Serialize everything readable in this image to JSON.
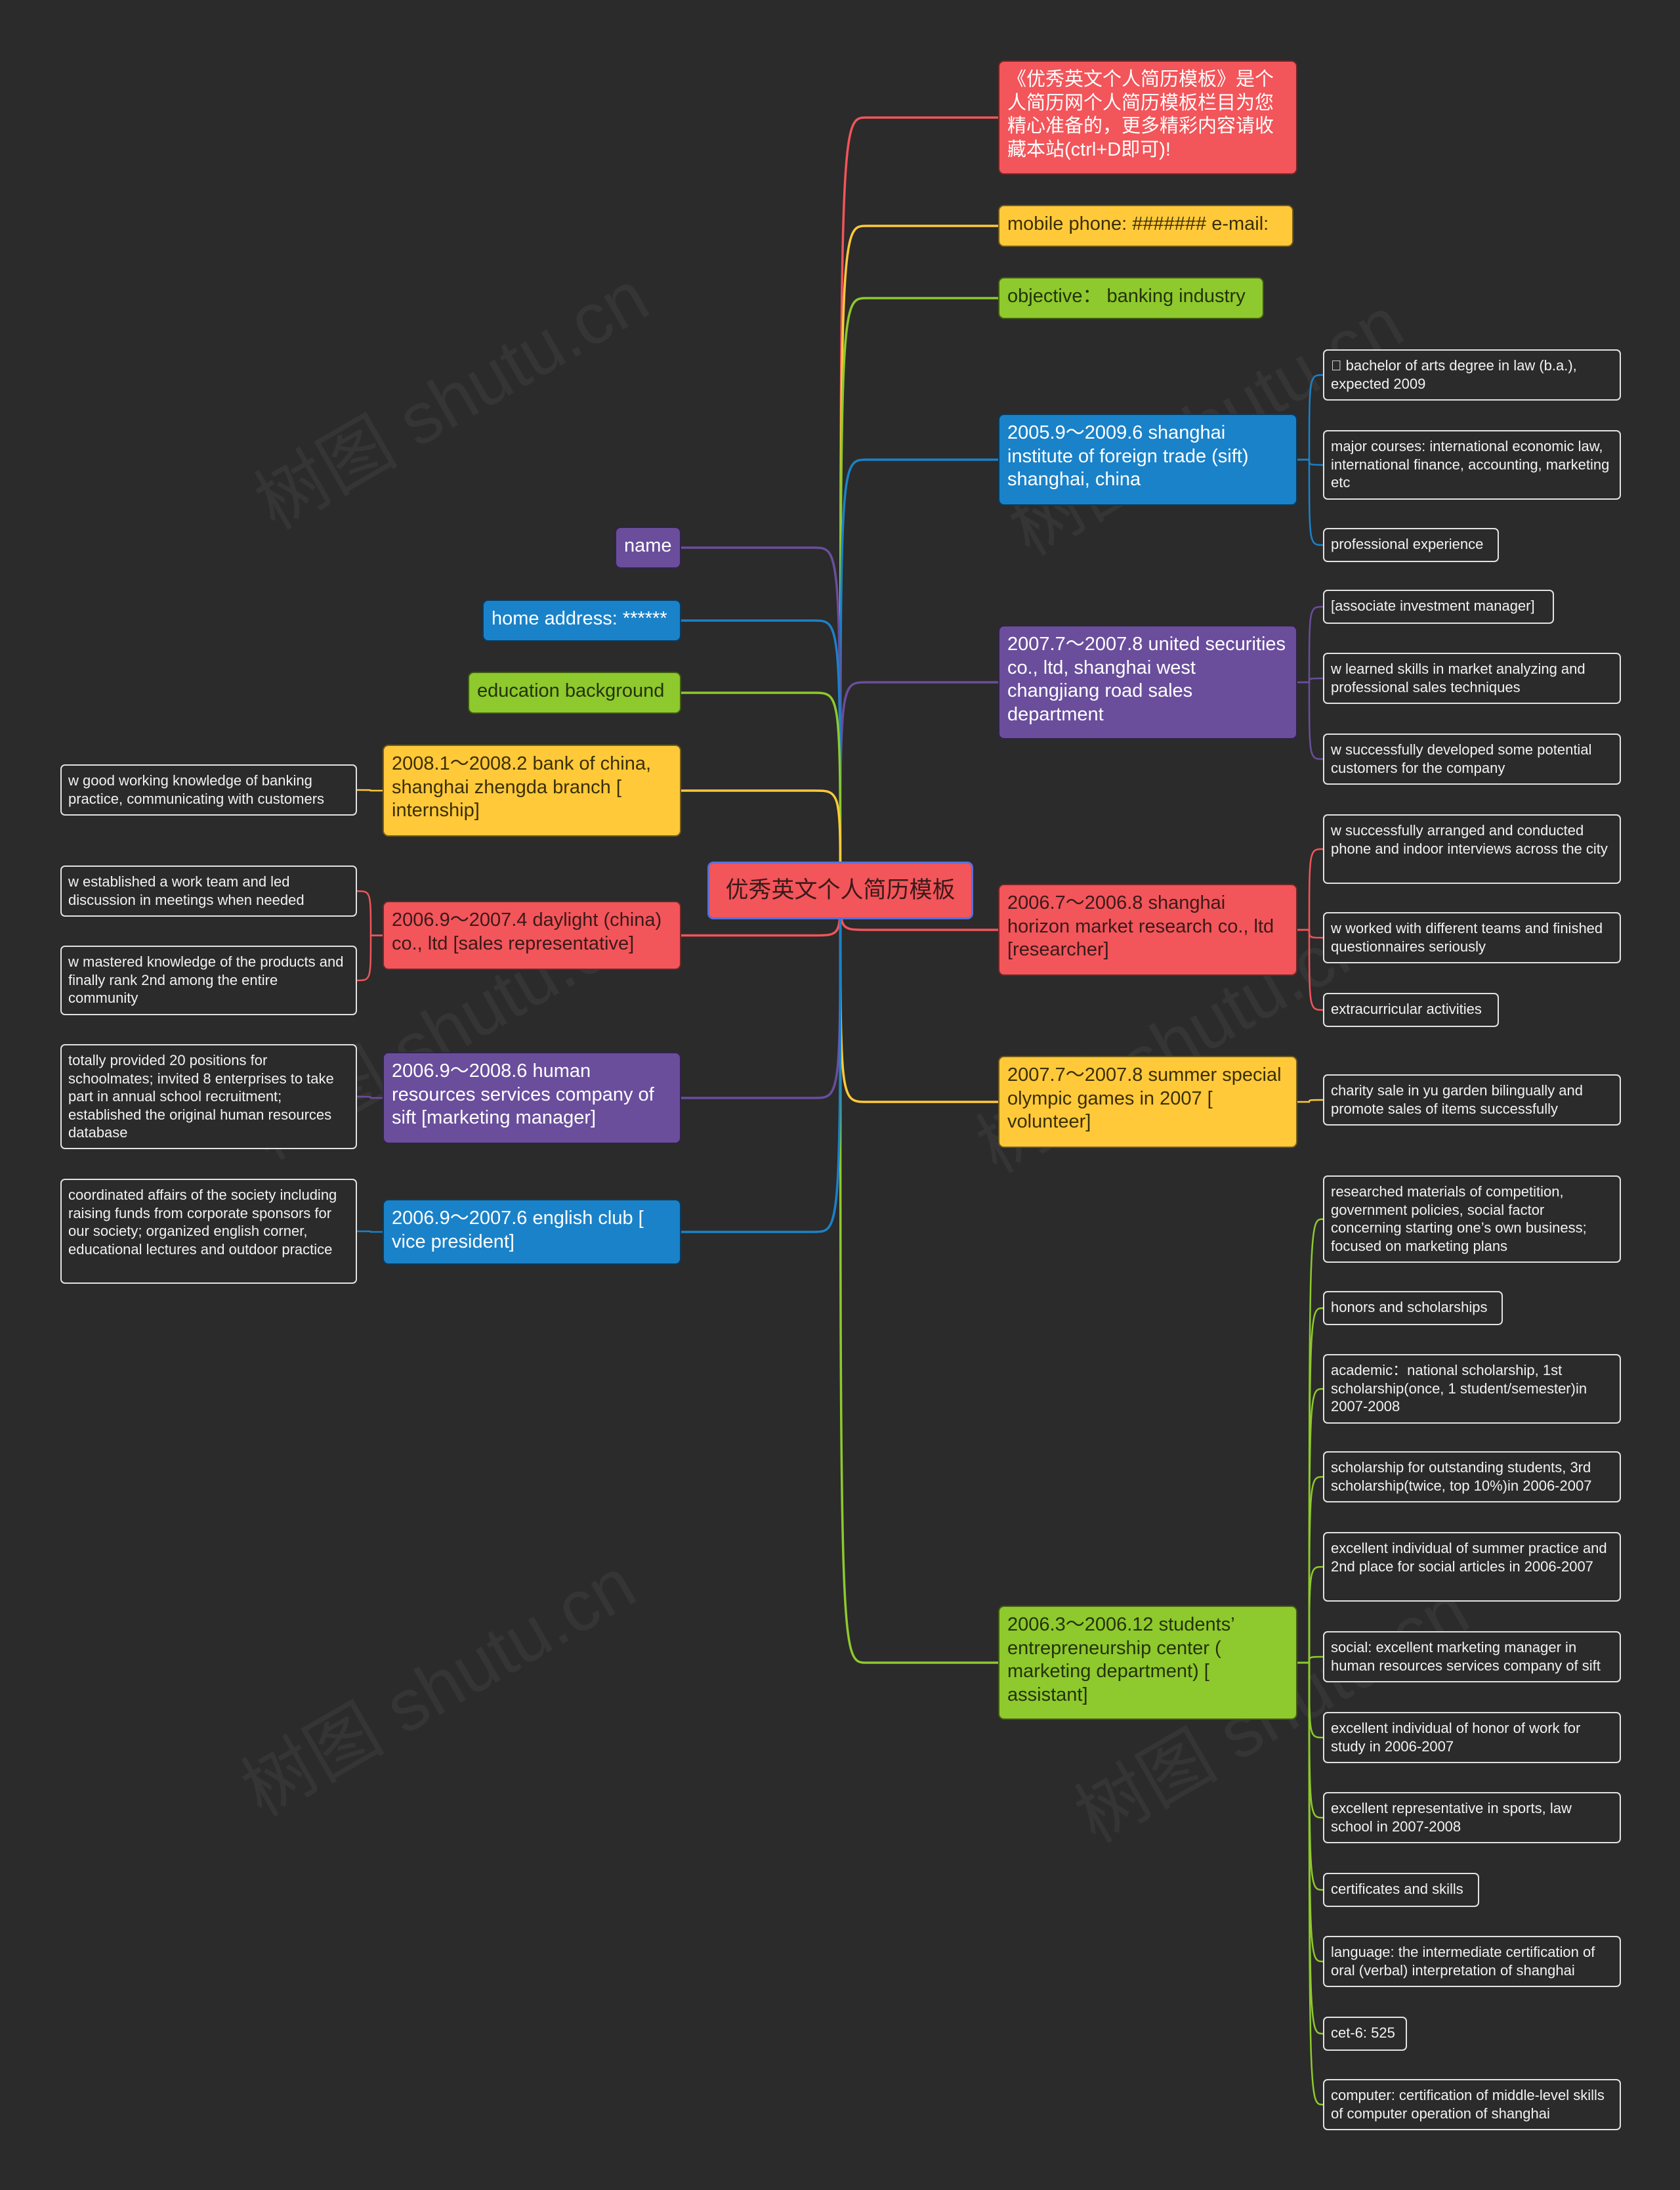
{
  "root": {
    "label": "优秀英文个人简历模板"
  },
  "right": [
    {
      "label": "《优秀英文个人简历模板》是个人简历网个人简历模板栏目为您精心准备的，更多精彩内容请收藏本站(ctrl+D即可)!",
      "color": "#f2555a",
      "children": []
    },
    {
      "label": "mobile phone: ####### e-mail:",
      "color": "#ffc93a",
      "children": []
    },
    {
      "label": "objective： banking industry",
      "color": "#8ec92d",
      "children": []
    },
    {
      "label": "2005.9～2009.6 shanghai institute of foreign trade (sift) shanghai, china",
      "color": "#1a82c9",
      "children": [
        " bachelor of arts degree in law (b.a.), expected 2009",
        "major courses: international economic law, international finance, accounting, marketing etc",
        "professional experience"
      ]
    },
    {
      "label": "2007.7～2007.8 united securities co., ltd, shanghai west changjiang road sales department",
      "color": "#6a4e9c",
      "children": [
        "[associate investment manager]",
        "w learned skills in market analyzing and professional sales techniques",
        "w successfully developed some potential customers for the company"
      ]
    },
    {
      "label": "2006.7～2006.8 shanghai horizon market research co., ltd [researcher]",
      "color": "#f2555a",
      "children": [
        "w successfully arranged and conducted phone and indoor interviews across the city",
        "w worked with different teams and finished questionnaires seriously",
        "extracurricular activities"
      ]
    },
    {
      "label": "2007.7～2007.8 summer special olympic games in 2007 [ volunteer]",
      "color": "#ffc93a",
      "children": [
        "charity sale in yu garden bilingually and promote sales of items successfully"
      ]
    },
    {
      "label": "2006.3～2006.12 students’ entrepreneurship center ( marketing department) [ assistant]",
      "color": "#8ec92d",
      "children": [
        "researched materials of competition, government policies, social factor concerning starting one’s own business; focused on marketing plans",
        "honors and scholarships",
        "academic：national scholarship, 1st scholarship(once, 1 student/semester)in 2007-2008",
        "scholarship for outstanding students, 3rd scholarship(twice, top 10%)in 2006-2007",
        "excellent individual of summer practice and 2nd place for social articles in 2006-2007",
        "social: excellent marketing manager in human resources services company of sift",
        "excellent individual of honor of work for study in 2006-2007",
        "excellent representative in sports, law school in 2007-2008",
        "certificates and skills",
        "language: the intermediate certification of oral (verbal) interpretation of shanghai",
        "cet-6: 525",
        "computer: certification of middle-level skills of computer operation of shanghai"
      ]
    }
  ],
  "left": [
    {
      "label": "name",
      "color": "#6a4e9c",
      "children": []
    },
    {
      "label": "home address: ******",
      "color": "#1a82c9",
      "children": []
    },
    {
      "label": "education background",
      "color": "#8ec92d",
      "children": []
    },
    {
      "label": "2008.1～2008.2 bank of china, shanghai zhengda branch [ internship]",
      "color": "#ffc93a",
      "children": [
        "w good working knowledge of banking practice, communicating with customers"
      ]
    },
    {
      "label": "2006.9～2007.4 daylight (china) co., ltd [sales representative]",
      "color": "#f2555a",
      "children": [
        "w established a work team and led discussion in meetings when needed",
        "w mastered knowledge of the products and finally rank 2nd among the entire community"
      ]
    },
    {
      "label": "2006.9～2008.6 human resources services company of sift [marketing manager]",
      "color": "#6a4e9c",
      "children": [
        "totally provided 20 positions for schoolmates; invited 8 enterprises to take part in annual school recruitment; established the original human resources database"
      ]
    },
    {
      "label": "2006.9～2007.6 english club [ vice president]",
      "color": "#1a82c9",
      "children": [
        "coordinated affairs of the society including raising funds from corporate sponsors for our society; organized english corner, educational lectures and outdoor practice"
      ]
    }
  ],
  "watermark": "树图 shutu.cn"
}
